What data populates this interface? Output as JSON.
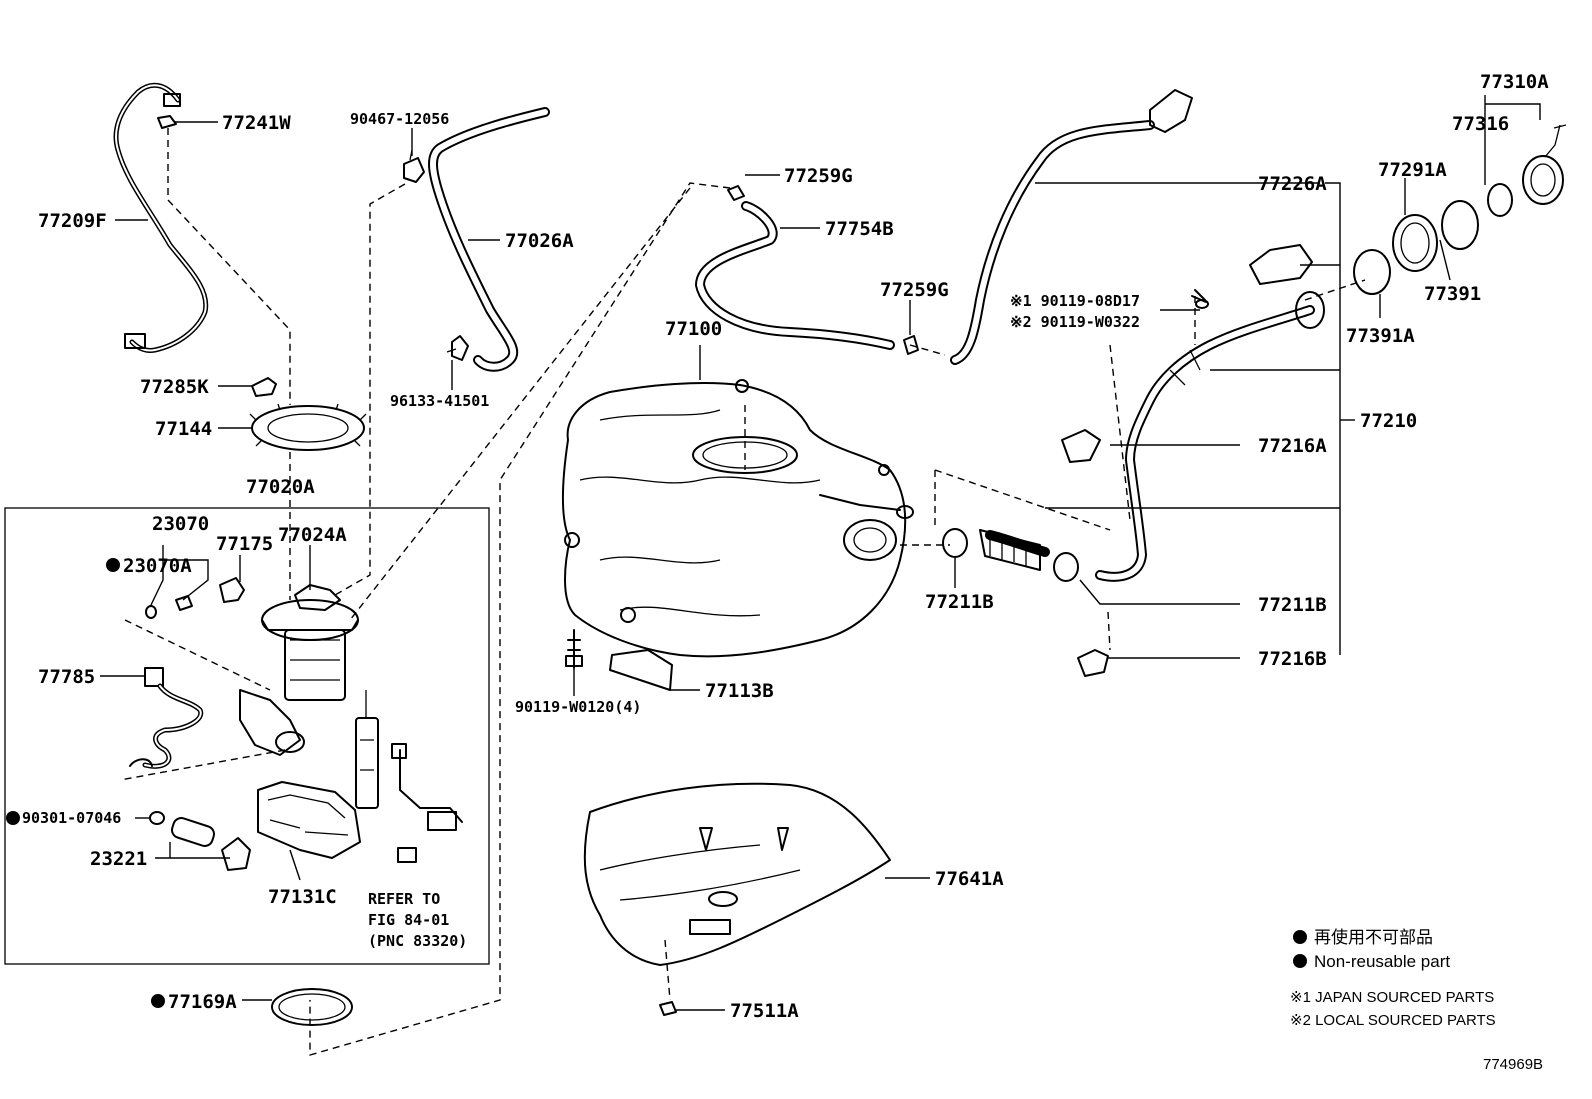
{
  "labels": {
    "p77241W": "77241W",
    "p77209F": "77209F",
    "p90467": "90467-12056",
    "p77026A": "77026A",
    "p96133": "96133-41501",
    "p77285K": "77285K",
    "p77144": "77144",
    "p77020A": "77020A",
    "p23070": "23070",
    "p23070A": "23070A",
    "p77175": "77175",
    "p77024A": "77024A",
    "p77785": "77785",
    "p90301": "90301-07046",
    "p23221": "23221",
    "p77131C": "77131C",
    "refer1": "REFER TO",
    "refer2": "FIG 84-01",
    "refer3": "(PNC 83320)",
    "p77169A": "77169A",
    "p77259G_top": "77259G",
    "p77754B": "77754B",
    "p77100": "77100",
    "p77259G_mid": "77259G",
    "p90119_w0120": "90119-W0120(4)",
    "p77113B": "77113B",
    "p77641A": "77641A",
    "p77511A": "77511A",
    "p77226A": "77226A",
    "p77310A": "77310A",
    "p77316": "77316",
    "p77291A": "77291A",
    "p77391": "77391",
    "p77391A": "77391A",
    "p90119_08d17": "※1 90119-08D17",
    "p90119_w0322": "※2 90119-W0322",
    "p77210": "77210",
    "p77216A": "77216A",
    "p77211B_left": "77211B",
    "p77211B_right": "77211B",
    "p77216B": "77216B"
  },
  "legend": {
    "line_jp": "再使用不可部品",
    "line_en": "Non-reusable part",
    "note1": "※1 JAPAN SOURCED PARTS",
    "note2": "※2 LOCAL SOURCED PARTS"
  },
  "figure_id": "774969B"
}
